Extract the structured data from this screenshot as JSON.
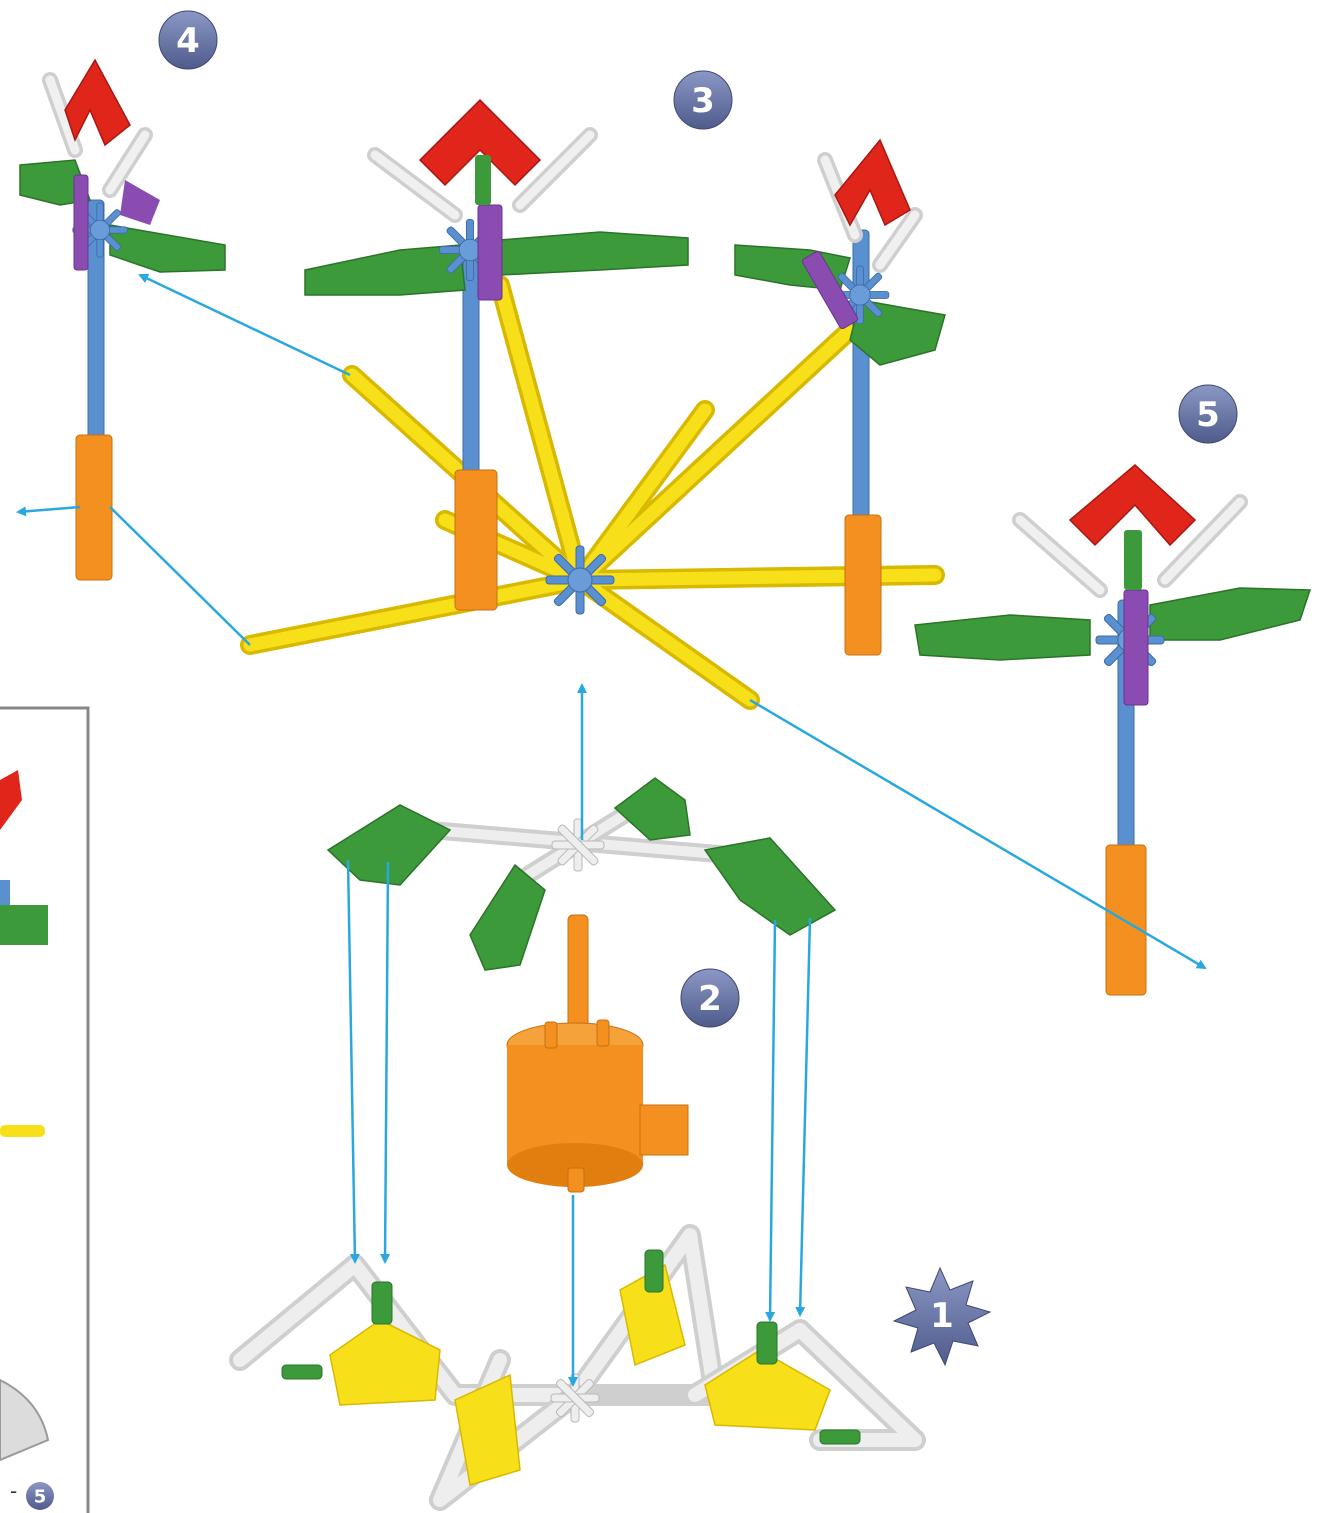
{
  "steps": {
    "step1": "1",
    "step2": "2",
    "step3": "3",
    "step4": "4",
    "step5": "5",
    "inset_step": "5"
  },
  "colors": {
    "arrow": "#29a8e0",
    "badge": "#6a78a8",
    "rod_yellow": "#f7e01a",
    "connector_blue": "#5a8fd0",
    "connector_green": "#3c9a3a",
    "connector_red": "#e0251b",
    "connector_purple": "#8a4cb0",
    "connector_orange": "#f39020",
    "rod_white": "#e6e6e6",
    "inset_border": "#888888"
  }
}
